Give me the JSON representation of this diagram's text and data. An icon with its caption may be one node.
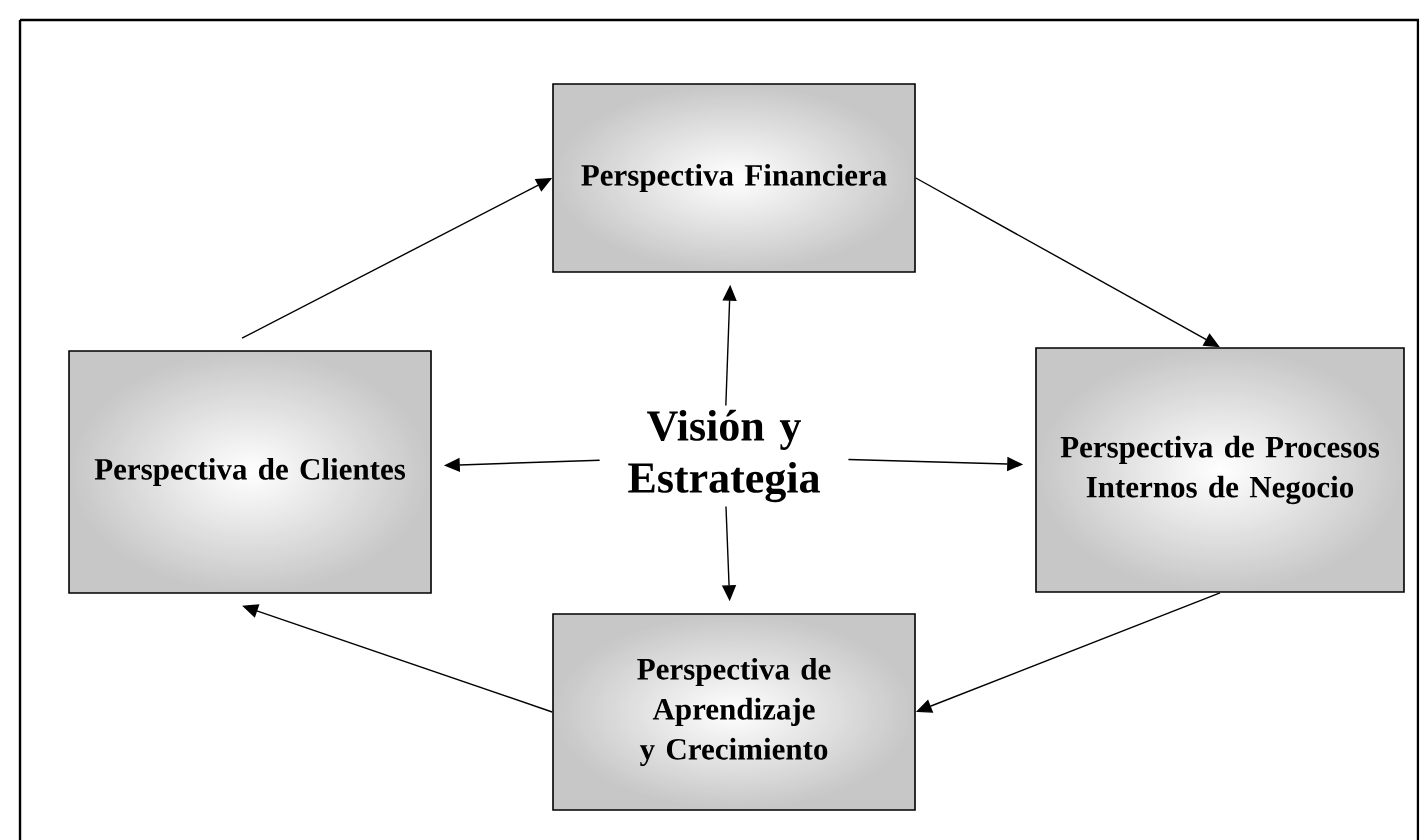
{
  "diagram": {
    "nodes": [
      {
        "text": [
          "Perspectiva Financiera"
        ]
      },
      {
        "text": [
          "Perspectiva de Clientes"
        ]
      },
      {
        "text": [
          "Visión y Estrategia"
        ]
      },
      {
        "text": [
          "Perspectiva de Procesos Internos de Negocio"
        ]
      },
      {
        "text": [
          "Perspectiva de Aprendizaje y Crecimiento"
        ]
      }
    ],
    "edges": [
      {
        "from": 1,
        "to": 0,
        "arrow": "to"
      },
      {
        "from": 0,
        "to": 3,
        "arrow": "to"
      },
      {
        "from": 3,
        "to": 4,
        "arrow": "to"
      },
      {
        "from": 4,
        "to": 1,
        "arrow": "to"
      },
      {
        "from": 2,
        "to": 0,
        "arrow": "to"
      },
      {
        "from": 2,
        "to": 1,
        "arrow": "to"
      },
      {
        "from": 2,
        "to": 3,
        "arrow": "to"
      },
      {
        "from": 2,
        "to": 4,
        "arrow": "to"
      }
    ]
  }
}
